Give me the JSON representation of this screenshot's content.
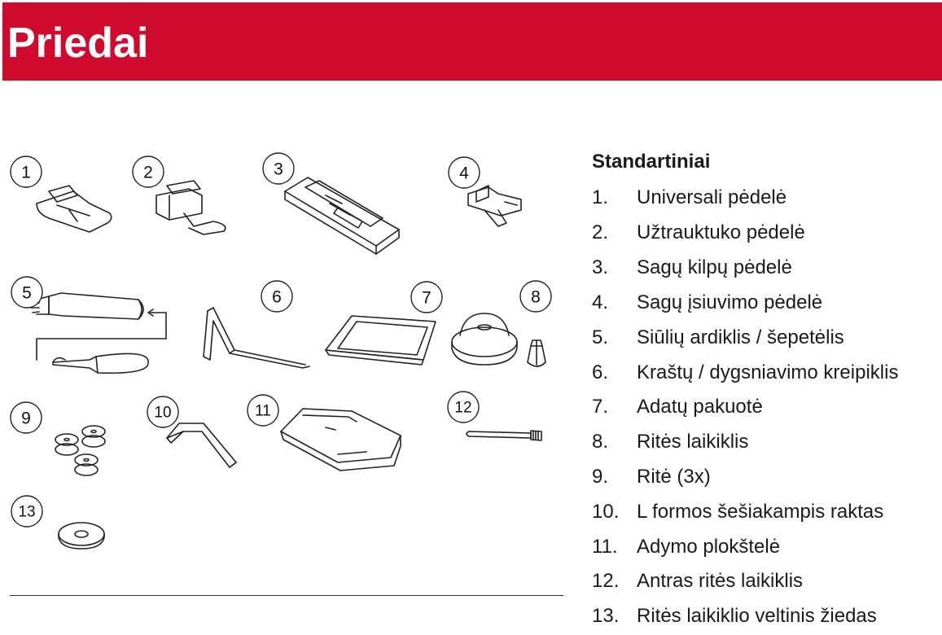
{
  "header": {
    "title": "Priedai"
  },
  "accessories": {
    "heading": "Standartiniai",
    "items": [
      {
        "num": "1.",
        "label": "Universali pėdelė"
      },
      {
        "num": "2.",
        "label": "Užtrauktuko pėdelė"
      },
      {
        "num": "3.",
        "label": "Sagų kilpų pėdelė"
      },
      {
        "num": "4.",
        "label": "Sagų įsiuvimo pėdelė"
      },
      {
        "num": "5.",
        "label": "Siūlių ardiklis / šepetėlis"
      },
      {
        "num": "6.",
        "label": "Kraštų / dygsniavimo kreipiklis"
      },
      {
        "num": "7.",
        "label": "Adatų pakuotė"
      },
      {
        "num": "8.",
        "label": "Ritės laikiklis"
      },
      {
        "num": "9.",
        "label": "Ritė (3x)"
      },
      {
        "num": "10.",
        "label": "L formos šešiakampis raktas"
      },
      {
        "num": "11.",
        "label": "Adymo plokštelė"
      },
      {
        "num": "12.",
        "label": "Antras ritės laikiklis"
      },
      {
        "num": "13.",
        "label": "Ritės laikiklio veltinis žiedas"
      }
    ]
  },
  "figure": {
    "callouts": [
      "1",
      "2",
      "3",
      "4",
      "5",
      "6",
      "7",
      "8",
      "9",
      "10",
      "11",
      "12",
      "13"
    ]
  },
  "colors": {
    "banner": "#cf0a2c",
    "banner_text": "#ffffff",
    "text": "#1a1a1a"
  }
}
